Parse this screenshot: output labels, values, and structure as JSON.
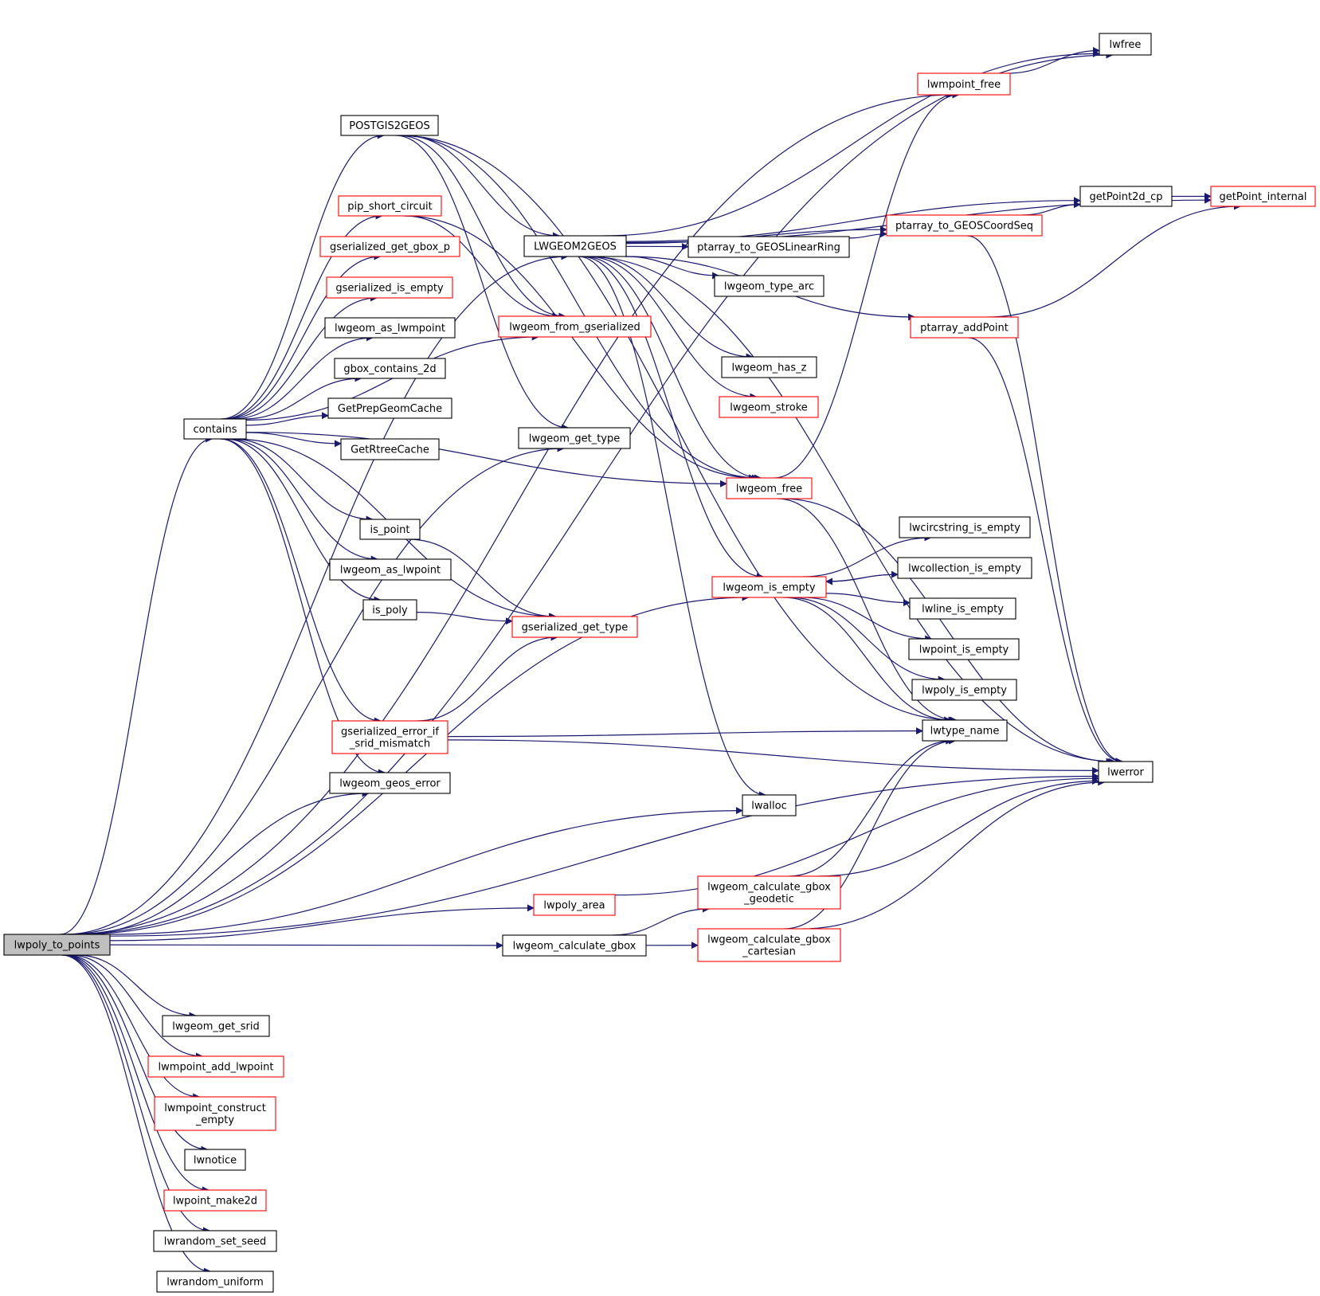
{
  "colors": {
    "edge": "#191970",
    "normal_border": "#000000",
    "incomplete_border": "#ff0000",
    "root_fill": "#bfbfbf"
  },
  "nodes": [
    {
      "id": "lwpoly_to_points",
      "lines": [
        "lwpoly_to_points"
      ],
      "style": "root"
    },
    {
      "id": "contains",
      "lines": [
        "contains"
      ],
      "style": "black"
    },
    {
      "id": "lwgeom_get_srid",
      "lines": [
        "lwgeom_get_srid"
      ],
      "style": "black"
    },
    {
      "id": "lwmpoint_add_lwpoint",
      "lines": [
        "lwmpoint_add_lwpoint"
      ],
      "style": "red"
    },
    {
      "id": "lwmpoint_construct_empty",
      "lines": [
        "lwmpoint_construct",
        "_empty"
      ],
      "style": "red"
    },
    {
      "id": "lwnotice",
      "lines": [
        "lwnotice"
      ],
      "style": "black"
    },
    {
      "id": "lwpoint_make2d",
      "lines": [
        "lwpoint_make2d"
      ],
      "style": "red"
    },
    {
      "id": "lwrandom_set_seed",
      "lines": [
        "lwrandom_set_seed"
      ],
      "style": "black"
    },
    {
      "id": "lwrandom_uniform",
      "lines": [
        "lwrandom_uniform"
      ],
      "style": "black"
    },
    {
      "id": "POSTGIS2GEOS",
      "lines": [
        "POSTGIS2GEOS"
      ],
      "style": "black"
    },
    {
      "id": "pip_short_circuit",
      "lines": [
        "pip_short_circuit"
      ],
      "style": "red"
    },
    {
      "id": "gserialized_get_gbox_p",
      "lines": [
        "gserialized_get_gbox_p"
      ],
      "style": "red"
    },
    {
      "id": "gserialized_is_empty",
      "lines": [
        "gserialized_is_empty"
      ],
      "style": "red"
    },
    {
      "id": "lwgeom_as_lwmpoint",
      "lines": [
        "lwgeom_as_lwmpoint"
      ],
      "style": "black"
    },
    {
      "id": "gbox_contains_2d",
      "lines": [
        "gbox_contains_2d"
      ],
      "style": "black"
    },
    {
      "id": "GetPrepGeomCache",
      "lines": [
        "GetPrepGeomCache"
      ],
      "style": "black"
    },
    {
      "id": "GetRtreeCache",
      "lines": [
        "GetRtreeCache"
      ],
      "style": "black"
    },
    {
      "id": "is_point",
      "lines": [
        "is_point"
      ],
      "style": "black"
    },
    {
      "id": "lwgeom_as_lwpoint",
      "lines": [
        "lwgeom_as_lwpoint"
      ],
      "style": "black"
    },
    {
      "id": "is_poly",
      "lines": [
        "is_poly"
      ],
      "style": "black"
    },
    {
      "id": "gserialized_error_if_srid_mismatch",
      "lines": [
        "gserialized_error_if",
        "_srid_mismatch"
      ],
      "style": "red"
    },
    {
      "id": "lwgeom_geos_error",
      "lines": [
        "lwgeom_geos_error"
      ],
      "style": "black"
    },
    {
      "id": "LWGEOM2GEOS",
      "lines": [
        "LWGEOM2GEOS"
      ],
      "style": "black"
    },
    {
      "id": "lwgeom_from_gserialized",
      "lines": [
        "lwgeom_from_gserialized"
      ],
      "style": "red"
    },
    {
      "id": "lwgeom_get_type",
      "lines": [
        "lwgeom_get_type"
      ],
      "style": "black"
    },
    {
      "id": "gserialized_get_type",
      "lines": [
        "gserialized_get_type"
      ],
      "style": "red"
    },
    {
      "id": "lwpoly_area",
      "lines": [
        "lwpoly_area"
      ],
      "style": "red"
    },
    {
      "id": "lwgeom_calculate_gbox",
      "lines": [
        "lwgeom_calculate_gbox"
      ],
      "style": "black"
    },
    {
      "id": "ptarray_to_GEOSLinearRing",
      "lines": [
        "ptarray_to_GEOSLinearRing"
      ],
      "style": "black"
    },
    {
      "id": "lwgeom_type_arc",
      "lines": [
        "lwgeom_type_arc"
      ],
      "style": "black"
    },
    {
      "id": "lwgeom_has_z",
      "lines": [
        "lwgeom_has_z"
      ],
      "style": "black"
    },
    {
      "id": "lwgeom_stroke",
      "lines": [
        "lwgeom_stroke"
      ],
      "style": "red"
    },
    {
      "id": "lwgeom_free",
      "lines": [
        "lwgeom_free"
      ],
      "style": "red"
    },
    {
      "id": "lwgeom_is_empty",
      "lines": [
        "lwgeom_is_empty"
      ],
      "style": "red"
    },
    {
      "id": "lwalloc",
      "lines": [
        "lwalloc"
      ],
      "style": "black"
    },
    {
      "id": "lwgeom_calculate_gbox_geodetic",
      "lines": [
        "lwgeom_calculate_gbox",
        "_geodetic"
      ],
      "style": "red"
    },
    {
      "id": "lwgeom_calculate_gbox_cartesian",
      "lines": [
        "lwgeom_calculate_gbox",
        "_cartesian"
      ],
      "style": "red"
    },
    {
      "id": "lwmpoint_free",
      "lines": [
        "lwmpoint_free"
      ],
      "style": "red"
    },
    {
      "id": "ptarray_to_GEOSCoordSeq",
      "lines": [
        "ptarray_to_GEOSCoordSeq"
      ],
      "style": "red"
    },
    {
      "id": "ptarray_addPoint",
      "lines": [
        "ptarray_addPoint"
      ],
      "style": "red"
    },
    {
      "id": "lwcircstring_is_empty",
      "lines": [
        "lwcircstring_is_empty"
      ],
      "style": "black"
    },
    {
      "id": "lwcollection_is_empty",
      "lines": [
        "lwcollection_is_empty"
      ],
      "style": "black"
    },
    {
      "id": "lwline_is_empty",
      "lines": [
        "lwline_is_empty"
      ],
      "style": "black"
    },
    {
      "id": "lwpoint_is_empty",
      "lines": [
        "lwpoint_is_empty"
      ],
      "style": "black"
    },
    {
      "id": "lwpoly_is_empty",
      "lines": [
        "lwpoly_is_empty"
      ],
      "style": "black"
    },
    {
      "id": "lwtype_name",
      "lines": [
        "lwtype_name"
      ],
      "style": "black"
    },
    {
      "id": "lwfree",
      "lines": [
        "lwfree"
      ],
      "style": "black"
    },
    {
      "id": "getPoint2d_cp",
      "lines": [
        "getPoint2d_cp"
      ],
      "style": "black"
    },
    {
      "id": "getPoint_internal",
      "lines": [
        "getPoint_internal"
      ],
      "style": "red"
    },
    {
      "id": "lwerror",
      "lines": [
        "lwerror"
      ],
      "style": "black"
    }
  ],
  "edges": [
    [
      "lwpoly_to_points",
      "contains"
    ],
    [
      "lwpoly_to_points",
      "lwgeom_get_srid"
    ],
    [
      "lwpoly_to_points",
      "lwmpoint_add_lwpoint"
    ],
    [
      "lwpoly_to_points",
      "lwmpoint_construct_empty"
    ],
    [
      "lwpoly_to_points",
      "lwnotice"
    ],
    [
      "lwpoly_to_points",
      "lwpoint_make2d"
    ],
    [
      "lwpoly_to_points",
      "lwrandom_set_seed"
    ],
    [
      "lwpoly_to_points",
      "lwrandom_uniform"
    ],
    [
      "lwpoly_to_points",
      "lwgeom_geos_error"
    ],
    [
      "lwpoly_to_points",
      "LWGEOM2GEOS"
    ],
    [
      "lwpoly_to_points",
      "lwgeom_get_type"
    ],
    [
      "lwpoly_to_points",
      "lwgeom_is_empty"
    ],
    [
      "lwpoly_to_points",
      "lwalloc"
    ],
    [
      "lwpoly_to_points",
      "lwpoly_area"
    ],
    [
      "lwpoly_to_points",
      "lwgeom_calculate_gbox"
    ],
    [
      "lwpoly_to_points",
      "lwerror"
    ],
    [
      "lwpoly_to_points",
      "lwmpoint_free"
    ],
    [
      "lwpoly_to_points",
      "lwfree"
    ],
    [
      "contains",
      "POSTGIS2GEOS"
    ],
    [
      "contains",
      "pip_short_circuit"
    ],
    [
      "contains",
      "gserialized_get_gbox_p"
    ],
    [
      "contains",
      "gserialized_is_empty"
    ],
    [
      "contains",
      "lwgeom_as_lwmpoint"
    ],
    [
      "contains",
      "gbox_contains_2d"
    ],
    [
      "contains",
      "GetPrepGeomCache"
    ],
    [
      "contains",
      "GetRtreeCache"
    ],
    [
      "contains",
      "is_point"
    ],
    [
      "contains",
      "lwgeom_as_lwpoint"
    ],
    [
      "contains",
      "is_poly"
    ],
    [
      "contains",
      "gserialized_get_type"
    ],
    [
      "contains",
      "gserialized_error_if_srid_mismatch"
    ],
    [
      "contains",
      "lwgeom_geos_error"
    ],
    [
      "contains",
      "lwgeom_free"
    ],
    [
      "contains",
      "lwgeom_from_gserialized"
    ],
    [
      "POSTGIS2GEOS",
      "LWGEOM2GEOS"
    ],
    [
      "POSTGIS2GEOS",
      "lwgeom_from_gserialized"
    ],
    [
      "POSTGIS2GEOS",
      "lwgeom_free"
    ],
    [
      "POSTGIS2GEOS",
      "lwtype_name"
    ],
    [
      "POSTGIS2GEOS",
      "lwgeom_get_type"
    ],
    [
      "pip_short_circuit",
      "lwgeom_from_gserialized"
    ],
    [
      "pip_short_circuit",
      "lwgeom_free"
    ],
    [
      "is_point",
      "gserialized_get_type"
    ],
    [
      "is_poly",
      "gserialized_get_type"
    ],
    [
      "gserialized_error_if_srid_mismatch",
      "gserialized_get_type"
    ],
    [
      "gserialized_error_if_srid_mismatch",
      "lwtype_name"
    ],
    [
      "gserialized_error_if_srid_mismatch",
      "lwerror"
    ],
    [
      "LWGEOM2GEOS",
      "ptarray_to_GEOSLinearRing"
    ],
    [
      "LWGEOM2GEOS",
      "lwgeom_type_arc"
    ],
    [
      "LWGEOM2GEOS",
      "lwgeom_has_z"
    ],
    [
      "LWGEOM2GEOS",
      "lwgeom_stroke"
    ],
    [
      "LWGEOM2GEOS",
      "lwgeom_free"
    ],
    [
      "LWGEOM2GEOS",
      "lwgeom_is_empty"
    ],
    [
      "LWGEOM2GEOS",
      "lwalloc"
    ],
    [
      "LWGEOM2GEOS",
      "ptarray_to_GEOSCoordSeq"
    ],
    [
      "LWGEOM2GEOS",
      "ptarray_addPoint"
    ],
    [
      "LWGEOM2GEOS",
      "getPoint2d_cp"
    ],
    [
      "LWGEOM2GEOS",
      "getPoint_internal"
    ],
    [
      "LWGEOM2GEOS",
      "lwfree"
    ],
    [
      "LWGEOM2GEOS",
      "lwerror"
    ],
    [
      "ptarray_to_GEOSLinearRing",
      "ptarray_to_GEOSCoordSeq"
    ],
    [
      "ptarray_to_GEOSCoordSeq",
      "getPoint2d_cp"
    ],
    [
      "ptarray_to_GEOSCoordSeq",
      "lwerror"
    ],
    [
      "getPoint2d_cp",
      "getPoint_internal"
    ],
    [
      "ptarray_addPoint",
      "getPoint_internal"
    ],
    [
      "ptarray_addPoint",
      "lwerror"
    ],
    [
      "lwgeom_free",
      "lwmpoint_free"
    ],
    [
      "lwgeom_free",
      "lwtype_name"
    ],
    [
      "lwgeom_free",
      "lwerror"
    ],
    [
      "lwmpoint_free",
      "lwfree"
    ],
    [
      "lwgeom_is_empty",
      "lwcircstring_is_empty"
    ],
    [
      "lwgeom_is_empty",
      "lwcollection_is_empty"
    ],
    [
      "lwgeom_is_empty",
      "lwline_is_empty"
    ],
    [
      "lwgeom_is_empty",
      "lwpoint_is_empty"
    ],
    [
      "lwgeom_is_empty",
      "lwpoly_is_empty"
    ],
    [
      "lwgeom_is_empty",
      "lwtype_name"
    ],
    [
      "lwcollection_is_empty",
      "lwgeom_is_empty"
    ],
    [
      "lwpoly_area",
      "lwerror"
    ],
    [
      "lwgeom_calculate_gbox",
      "lwgeom_calculate_gbox_geodetic"
    ],
    [
      "lwgeom_calculate_gbox",
      "lwgeom_calculate_gbox_cartesian"
    ],
    [
      "lwgeom_calculate_gbox_geodetic",
      "lwtype_name"
    ],
    [
      "lwgeom_calculate_gbox_geodetic",
      "lwerror"
    ],
    [
      "lwgeom_calculate_gbox_cartesian",
      "lwtype_name"
    ],
    [
      "lwgeom_calculate_gbox_cartesian",
      "lwerror"
    ]
  ]
}
